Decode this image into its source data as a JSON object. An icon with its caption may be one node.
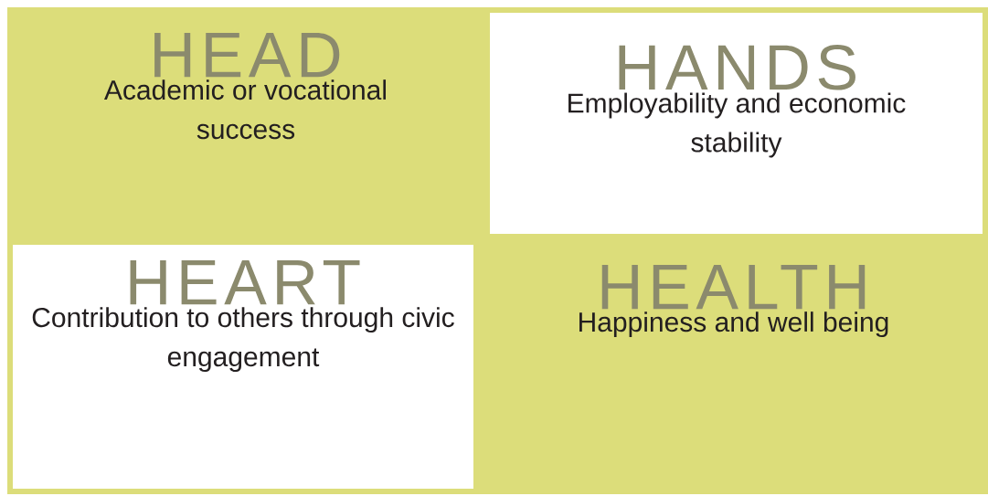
{
  "diagram": {
    "nodes": [
      {
        "text": [
          "HEAD",
          "Academic or vocational success"
        ]
      },
      {
        "text": [
          "HANDS",
          "Employability and economic stability"
        ]
      },
      {
        "text": [
          "HEART",
          "Contribution to others through civic engagement"
        ]
      },
      {
        "text": [
          "HEALTH",
          "Happiness and well being"
        ]
      }
    ]
  }
}
